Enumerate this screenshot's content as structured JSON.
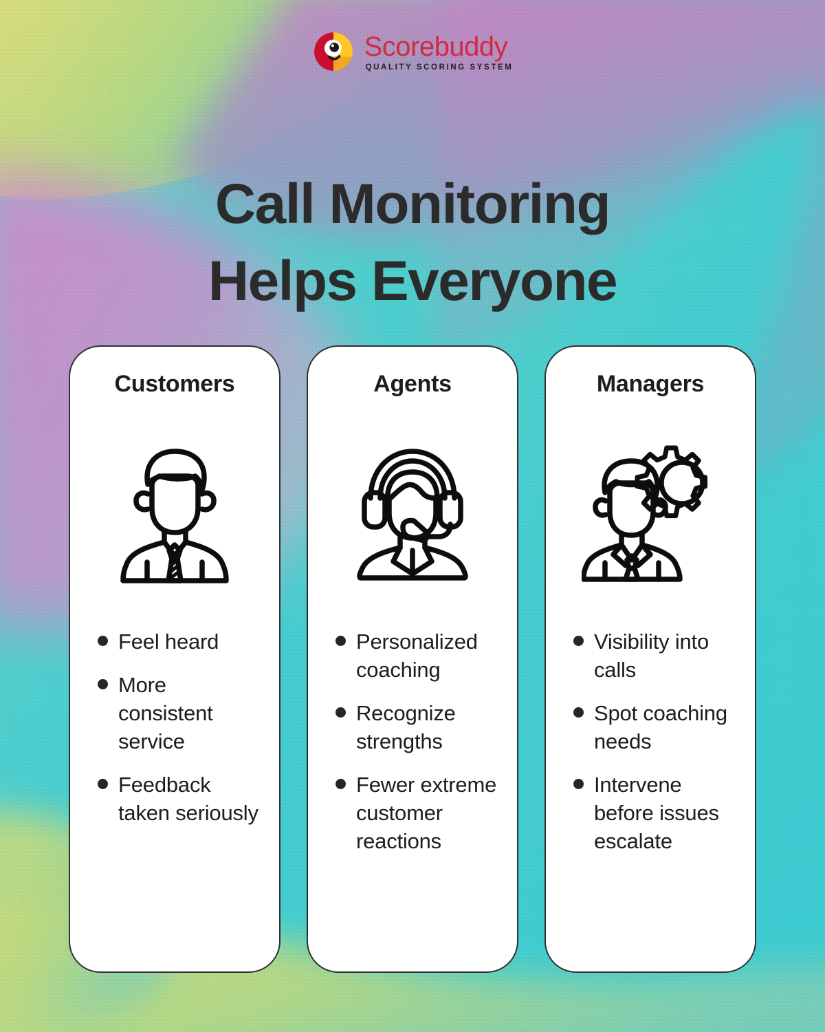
{
  "brand": {
    "logo_icon": "parrot-logo-icon",
    "name": "Scorebuddy",
    "tagline": "QUALITY SCORING SYSTEM",
    "colors": {
      "wordmark": "#d12b3e",
      "parrot_red": "#c8102e",
      "parrot_orange": "#f5a623",
      "parrot_yellow": "#ffc629"
    }
  },
  "title": {
    "line1": "Call Monitoring",
    "line2": "Helps Everyone",
    "color": "#2b2b2b"
  },
  "background": {
    "base_teal": "#45d3d6",
    "green": "#b9dd7c",
    "yellow_green": "#d6e07a",
    "pink": "#d98bd0",
    "purple": "#9b95c9",
    "mauve": "#c07fc0"
  },
  "cards": [
    {
      "title": "Customers",
      "icon": "businessman-icon",
      "bullets": [
        "Feel heard",
        "More consistent service",
        "Feedback taken seriously"
      ]
    },
    {
      "title": "Agents",
      "icon": "headset-agent-icon",
      "bullets": [
        "Personalized coaching",
        "Recognize strengths",
        "Fewer extreme customer reactions"
      ]
    },
    {
      "title": "Managers",
      "icon": "manager-gear-icon",
      "bullets": [
        "Visibility into calls",
        "Spot coaching needs",
        "Intervene before issues escalate"
      ]
    }
  ]
}
